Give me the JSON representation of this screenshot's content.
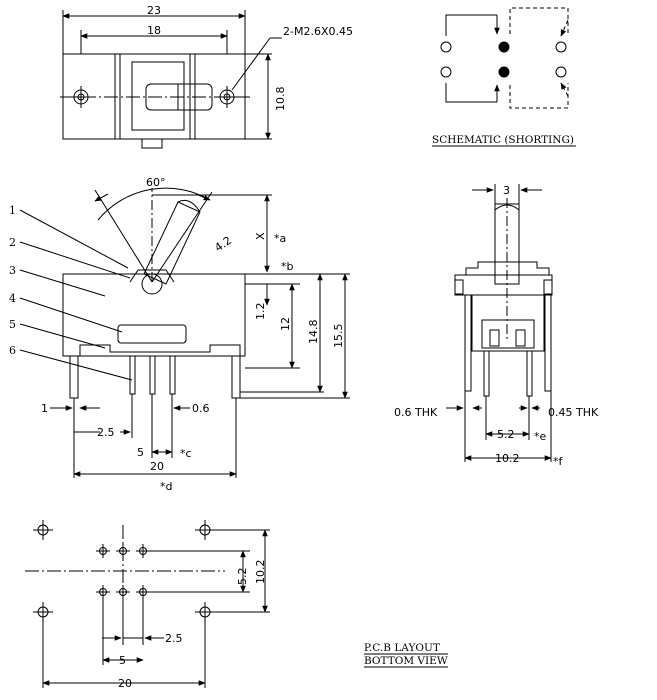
{
  "top_view": {
    "dim_overall": "23",
    "dim_mount": "18",
    "dim_height": "10.8",
    "screw_note": "2-M2.6X0.45"
  },
  "schematic": {
    "caption": "SCHEMATIC (SHORTING)"
  },
  "side_view": {
    "angle": "60°",
    "tip_radius": "4.2",
    "part_labels": [
      "1",
      "2",
      "3",
      "4",
      "5",
      "6"
    ],
    "dim_x": "X",
    "note_a": "*a",
    "note_b": "*b",
    "dim_1_2": "1.2",
    "dim_12": "12",
    "dim_14_8": "14.8",
    "dim_15_5": "15.5",
    "dim_1": "1",
    "dim_0_6": "0.6",
    "dim_2_5": "2.5",
    "dim_5": "5",
    "note_c": "*c",
    "dim_20": "20",
    "note_d": "*d"
  },
  "end_view": {
    "dim_3": "3",
    "thk_left": "0.6 THK",
    "thk_right": "0.45 THK",
    "dim_5_2": "5.2",
    "note_e": "*e",
    "dim_10_2": "10.2",
    "note_f": "*f"
  },
  "pcb_layout": {
    "dim_5_2": "5.2",
    "dim_10_2": "10.2",
    "dim_2_5": "2.5",
    "dim_5": "5",
    "dim_20": "20",
    "caption_line1": "P.C.B LAYOUT",
    "caption_line2": "BOTTOM VIEW"
  }
}
